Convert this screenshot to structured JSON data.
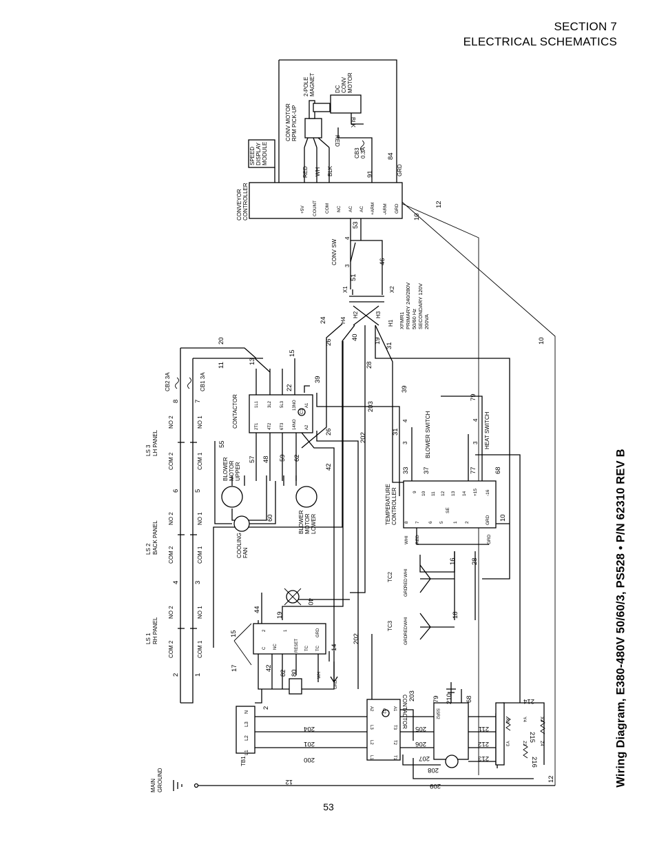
{
  "header": {
    "section": "SECTION 7",
    "subtitle": "ELECTRICAL SCHEMATICS"
  },
  "side_title": "Wiring Diagram, E380-480V 50/60/3, PS528 • P/N 62310 REV B",
  "page_number": "53",
  "components": {
    "conv_motor": [
      "CONV MOTOR",
      "RPM PICK-UP"
    ],
    "magnet": [
      "2-POLE",
      "MAGNET"
    ],
    "dc_motor": [
      "DC",
      "CONV",
      "MOTOR"
    ],
    "speed_display": [
      "SPEED",
      "DISPLAY",
      "MODULE"
    ],
    "conveyor_controller": [
      "CONVEYOR",
      "CONTROLLER"
    ],
    "conv_controller_terminals": [
      "+5V",
      "COUNT",
      "COM",
      "NC",
      "AC",
      "AC",
      "+ARM",
      "-ARM",
      "GRD"
    ],
    "conv_sw": "CONV SW",
    "transformer": [
      "XFMR1",
      "PRIMARY 240/280V",
      "50/60 Hz",
      "SECONDARY 120V",
      "200VA"
    ],
    "cb3": [
      "CB3",
      "0.3A"
    ],
    "cb2": "CB2 3A",
    "cb1": "CB1 3A",
    "contactor_label": "CONTACTOR",
    "contactor_top_terminals": [
      "1L1",
      "3L2",
      "5L3",
      "13NO",
      "A1"
    ],
    "contactor_bottom_terminals": [
      "2T1",
      "4T2",
      "6T3",
      "14NO",
      "A2"
    ],
    "contactor_coil": "C1",
    "blower_upper": [
      "BLOWER",
      "MOTOR",
      "UPPER"
    ],
    "blower_lower": [
      "BLOWER",
      "MOTOR",
      "LOWER"
    ],
    "cooling_fan": [
      "COOLING",
      "FAN"
    ],
    "blower_switch": "BLOWER SWITCH",
    "heat_switch": "HEAT SWITCH",
    "temperature_controller": [
      "TEMPERATURE",
      "CONTROLLER"
    ],
    "tc_top_terminals": [
      "9",
      "10",
      "11",
      "12",
      "13",
      "14",
      "+15",
      "-16"
    ],
    "tc_bottom_terminals": [
      "8",
      "7",
      "6",
      "5",
      "1",
      "2",
      "GRD"
    ],
    "tc_bottom_labels": [
      "WHI",
      "RED",
      "GRD"
    ],
    "tc_se": "SE",
    "tc2": "TC2",
    "tc3": "TC3",
    "thermocouple_leads": [
      "WHI",
      "RED",
      "GRD"
    ],
    "limit_switches": [
      {
        "name": "LS 3",
        "panel": "LH PANEL"
      },
      {
        "name": "LS 2",
        "panel": "BACK PANEL"
      },
      {
        "name": "LS 1",
        "panel": "RH PANEL"
      }
    ],
    "ls_labels": {
      "no2": "NO 2",
      "no1": "NO 1",
      "com2": "COM 2",
      "com1": "COM 1"
    },
    "hi_limit_terminals": [
      "C",
      "NC",
      "RESET",
      "TC",
      "TC",
      "GRD"
    ],
    "hi_limit_small": [
      "2",
      "1"
    ],
    "hi_limit_leads": [
      "WH",
      "GRD"
    ],
    "contactor2_label": "CONTACTOR",
    "contactor2_terminals": [
      "A2",
      "C2",
      "A1",
      "L3",
      "L2",
      "L1",
      "T3",
      "T2",
      "T1"
    ],
    "ssr2": "SSR2",
    "heater_labels": [
      "X3",
      "Y4",
      "X4",
      "Y3",
      "Z3",
      "Z4"
    ],
    "tb1": "TB1",
    "tb1_terminals": [
      "N",
      "L3",
      "L2",
      "L1"
    ],
    "main_ground": [
      "MAIN",
      "GROUND"
    ]
  },
  "wire_numbers": {
    "w2": "2",
    "w1": "1",
    "w3": "3",
    "w4": "4",
    "w5": "5",
    "w6": "6",
    "w7": "7",
    "w8": "8",
    "w10": "10",
    "w11": "11",
    "w12": "12",
    "w13": "13",
    "w14": "14",
    "w15": "15",
    "w16": "16",
    "w17": "17",
    "w18": "18",
    "w19": "19",
    "w20": "20",
    "w22": "22",
    "w24": "24",
    "w26": "26",
    "w28": "28",
    "w31": "31",
    "w33": "33",
    "w37": "37",
    "w39": "39",
    "w40": "40",
    "w42": "42",
    "w44": "44",
    "w46": "46",
    "w48": "48",
    "w51": "51",
    "w53": "53",
    "w55": "55",
    "w57": "57",
    "w59": "59",
    "w60": "60",
    "w62": "62",
    "w68": "68",
    "w77": "77",
    "w79": "79",
    "w80": "80",
    "w82": "82",
    "w84": "84",
    "w91": "91",
    "w200": "200",
    "w201": "201",
    "w202": "202",
    "w203": "203",
    "w204": "204",
    "w205": "205",
    "w206": "206",
    "w207": "207",
    "w208": "208",
    "w209": "209",
    "w210": "210",
    "w211": "211",
    "w212": "212",
    "w213": "213",
    "w214": "214",
    "w215": "215",
    "w216": "216"
  },
  "terminal_codes": {
    "h4": "H4",
    "h2": "H2",
    "h3": "H3",
    "h1": "H1",
    "x1": "X1",
    "x2": "X2",
    "red": "RED",
    "wh": "WH",
    "blk": "BLK",
    "blk2": "BLK",
    "red2": "RED",
    "grd": "GRD",
    "sw_3": "3",
    "sw_4": "4",
    "b3": "3",
    "b4": "4",
    "h3n": "3",
    "h4n": "4"
  }
}
